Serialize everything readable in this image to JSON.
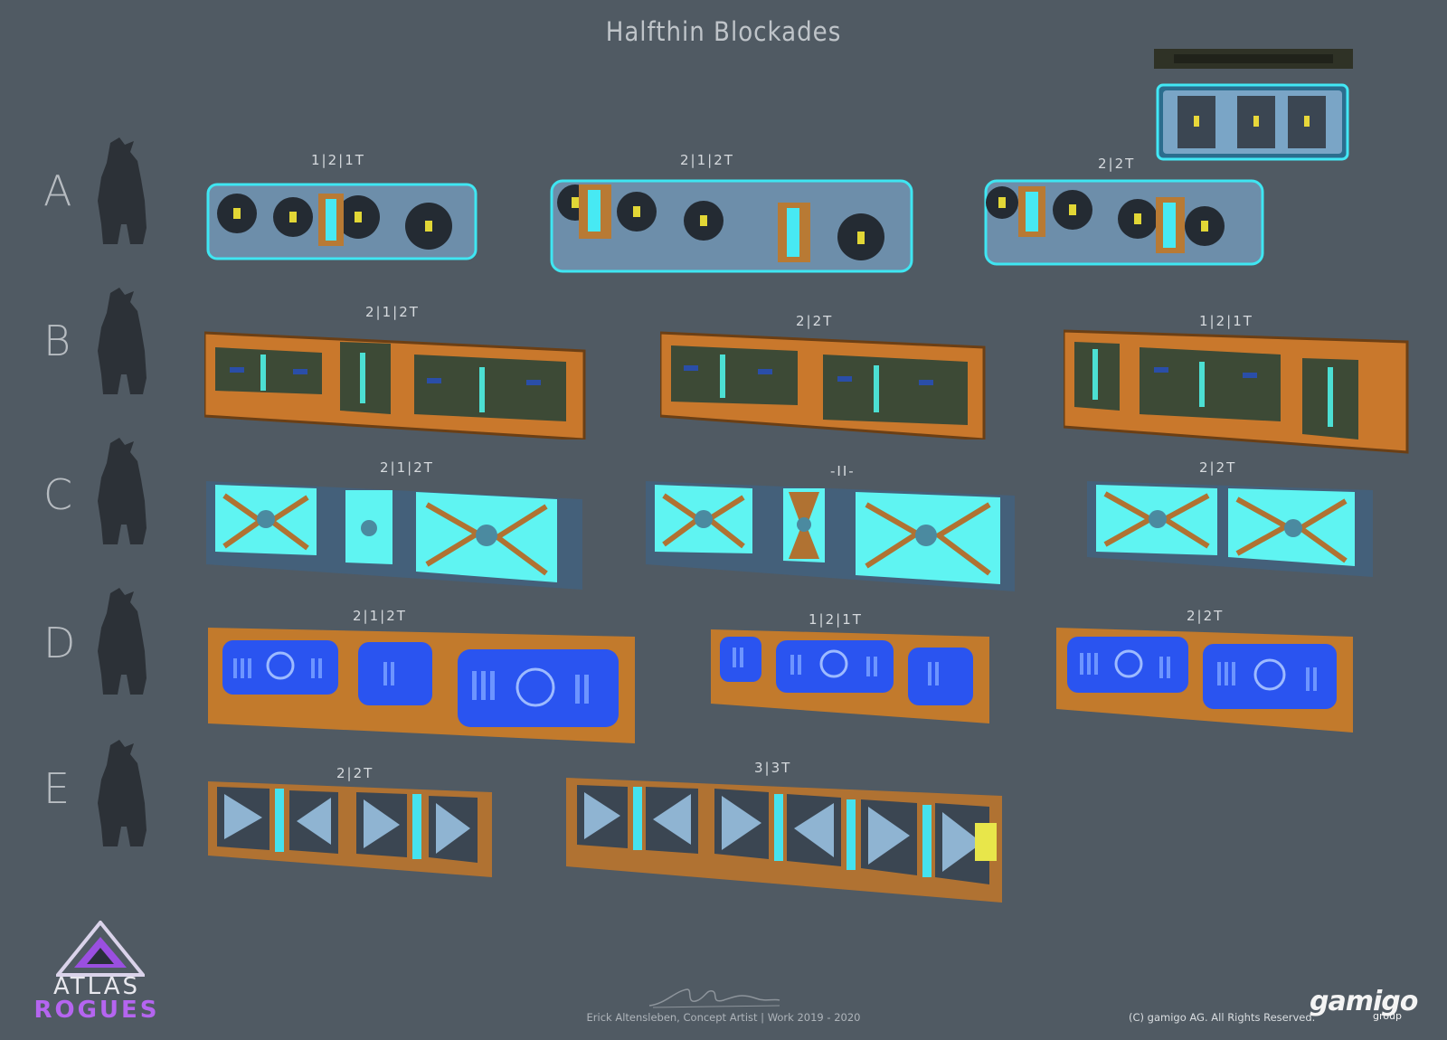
{
  "title": "Halfthin Blockades",
  "rows": [
    {
      "letter": "A",
      "codes": [
        "1|2|1T",
        "2|1|2T",
        "2|2T"
      ]
    },
    {
      "letter": "B",
      "codes": [
        "2|1|2T",
        "2|2T",
        "1|2|1T"
      ]
    },
    {
      "letter": "C",
      "codes": [
        "2|1|2T",
        "-II-",
        "2|2T"
      ]
    },
    {
      "letter": "D",
      "codes": [
        "2|1|2T",
        "1|2|1T",
        "2|2T"
      ]
    },
    {
      "letter": "E",
      "codes": [
        "2|2T",
        "3|3T"
      ]
    }
  ],
  "footer": {
    "credit": "Erick Altensleben, Concept Artist | Work 2019 - 2020",
    "copyright": "(C) gamigo AG. All Rights Reserved."
  },
  "logos": {
    "atlas": "ATLAS",
    "rogues": "ROGUES",
    "gamigo": "gamigo",
    "gamigo_sub": "group"
  },
  "colors": {
    "background": "#505a63",
    "a_glow": "#3ee6f2",
    "b_body": "#c9782c",
    "c_glow": "#5ff4f2",
    "d_screen": "#2a54f0",
    "e_body": "#b07232",
    "rogues": "#b565f0"
  }
}
